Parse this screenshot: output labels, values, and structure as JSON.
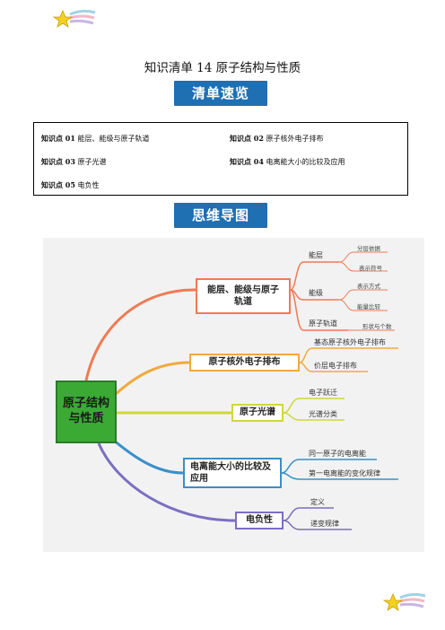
{
  "title": "知识清单 14    原子结构与性质",
  "banner1": "清单速览",
  "banner2": "思维导图",
  "toc": [
    {
      "kp": "知识点 01",
      "text": "能层、能级与原子轨道"
    },
    {
      "kp": "知识点 02",
      "text": "原子核外电子排布"
    },
    {
      "kp": "知识点 03",
      "text": "原子光谱"
    },
    {
      "kp": "知识点 04",
      "text": "电离能大小的比较及应用"
    },
    {
      "kp": "知识点 05",
      "text": "电负性"
    }
  ],
  "mindmap": {
    "root": "原子结构与性质",
    "branches": [
      {
        "label": "能层、能级与原子轨道",
        "color": "#f07a54",
        "children": [
          {
            "label": "能层",
            "children": [
              "分层依据",
              "表示符号"
            ]
          },
          {
            "label": "能级",
            "children": [
              "表示方式",
              "能量比较"
            ]
          },
          {
            "label": "原子轨道",
            "children": [
              "形状与个数"
            ]
          }
        ]
      },
      {
        "label": "原子核外电子排布",
        "color": "#f2a93b",
        "children": [
          {
            "label": "基态原子核外电子排布"
          },
          {
            "label": "价层电子排布"
          }
        ]
      },
      {
        "label": "原子光谱",
        "color": "#cfd83a",
        "children": [
          {
            "label": "电子跃迁"
          },
          {
            "label": "光谱分类"
          }
        ]
      },
      {
        "label": "电离能大小的比较及应用",
        "color": "#3a8fc9",
        "children": [
          {
            "label": "同一原子的电离能"
          },
          {
            "label": "第一电离能的变化规律"
          }
        ]
      },
      {
        "label": "电负性",
        "color": "#7a6fc2",
        "children": [
          {
            "label": "定义"
          },
          {
            "label": "递变规律"
          }
        ]
      }
    ]
  },
  "colors": {
    "banner": "#1f6fb3",
    "root_fill": "#3aaa35",
    "star": "#f5d020"
  },
  "icons": {
    "star_top": "shooting-star-icon",
    "star_bottom": "shooting-star-icon"
  }
}
